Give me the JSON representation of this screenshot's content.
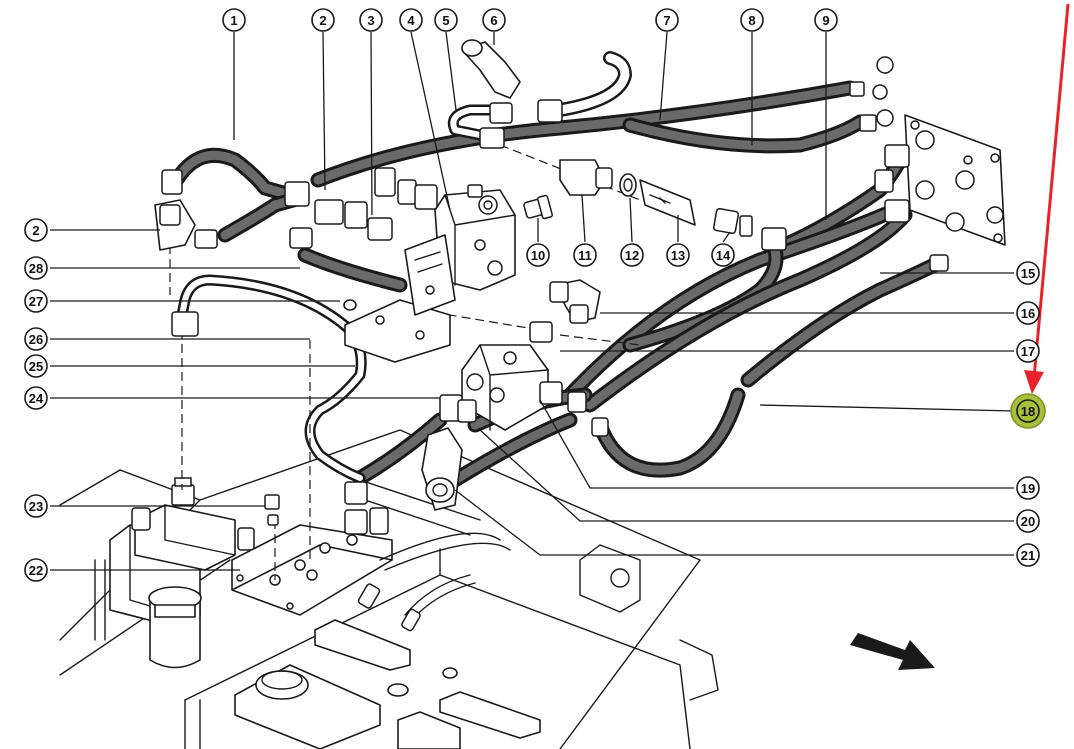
{
  "diagram": {
    "callouts": [
      {
        "label": "1"
      },
      {
        "label": "2"
      },
      {
        "label": "3"
      },
      {
        "label": "4"
      },
      {
        "label": "5"
      },
      {
        "label": "6"
      },
      {
        "label": "7"
      },
      {
        "label": "8"
      },
      {
        "label": "9"
      },
      {
        "label": "10"
      },
      {
        "label": "11"
      },
      {
        "label": "12"
      },
      {
        "label": "13"
      },
      {
        "label": "14"
      },
      {
        "label": "15"
      },
      {
        "label": "16"
      },
      {
        "label": "17"
      },
      {
        "label": "18"
      },
      {
        "label": "19"
      },
      {
        "label": "20"
      },
      {
        "label": "21"
      },
      {
        "label": "22"
      },
      {
        "label": "23"
      },
      {
        "label": "24"
      },
      {
        "label": "25"
      },
      {
        "label": "26"
      },
      {
        "label": "27"
      },
      {
        "label": "28"
      },
      {
        "label": "2"
      }
    ],
    "highlighted_callout": "18",
    "colors": {
      "highlight": "#a8bf3a",
      "arrow": "#e8242a",
      "line": "#1a1a1a"
    },
    "icons": {
      "pointer": "red-arrow-icon",
      "direction": "direction-arrow-icon"
    }
  }
}
